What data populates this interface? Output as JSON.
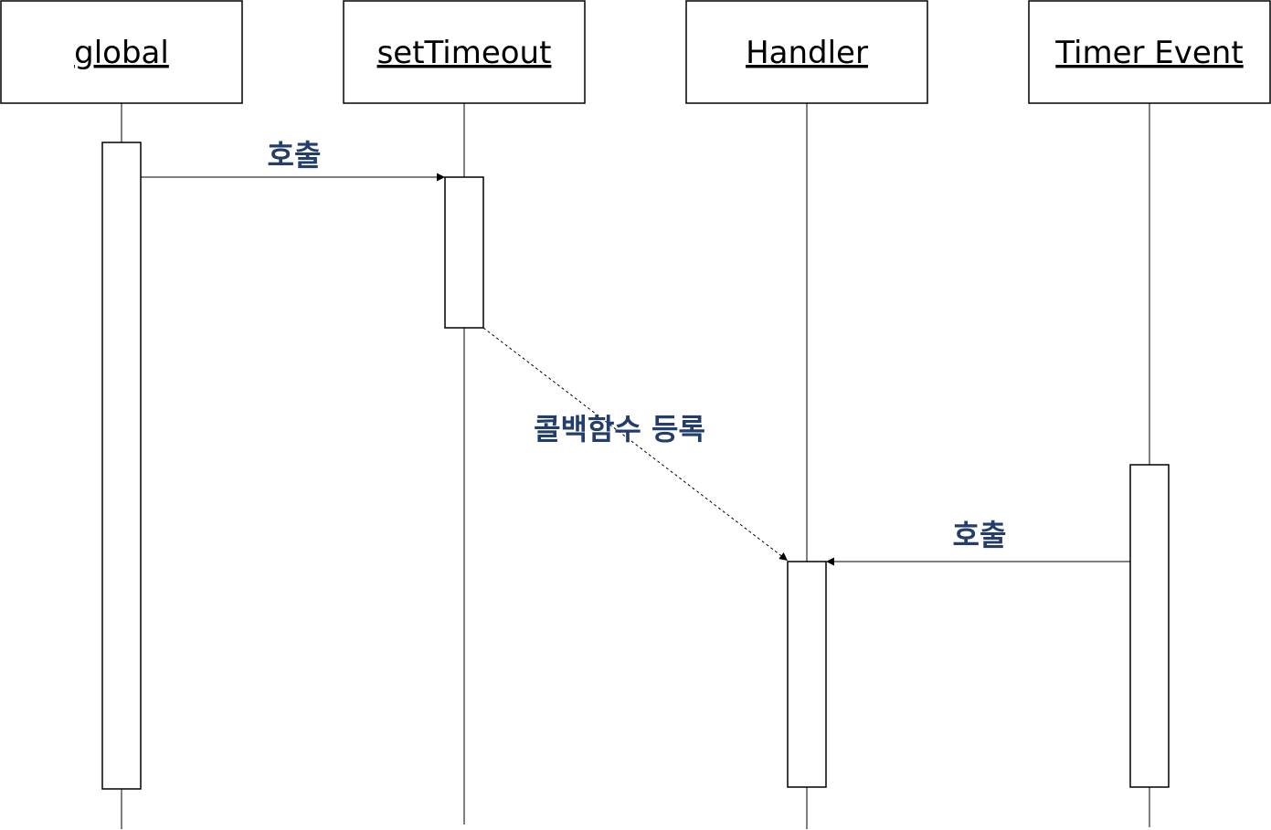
{
  "participants": [
    {
      "id": "global",
      "label": "global"
    },
    {
      "id": "setTimeout",
      "label": "setTimeout"
    },
    {
      "id": "handler",
      "label": "Handler"
    },
    {
      "id": "timer-event",
      "label": "Timer Event"
    }
  ],
  "messages": [
    {
      "id": "global-to-settimeout",
      "label": "호출",
      "style": "solid"
    },
    {
      "id": "settimeout-to-handler",
      "label": "콜백함수 등록",
      "style": "dashed"
    },
    {
      "id": "timerevent-to-handler",
      "label": "호출",
      "style": "solid"
    }
  ],
  "colors": {
    "line": "#000000",
    "label": "#233e6b",
    "background": "#ffffff"
  }
}
